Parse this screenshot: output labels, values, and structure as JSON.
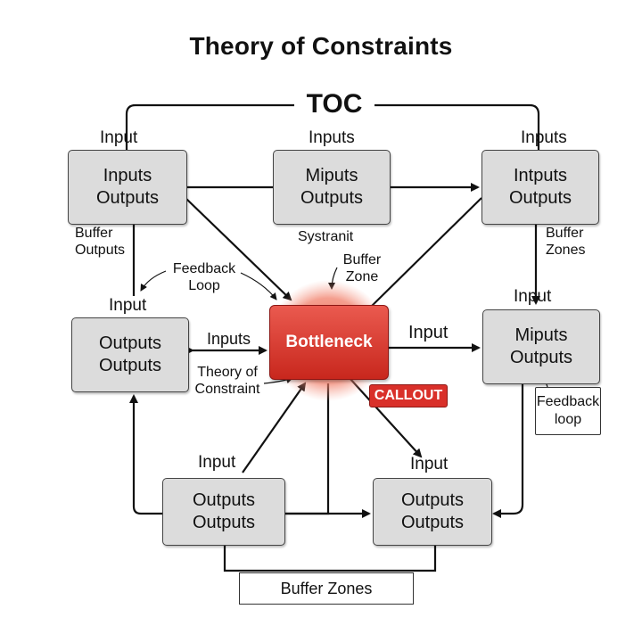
{
  "title": "Theory of Constraints",
  "header_label": "TOC",
  "boxes": [
    {
      "top": "Inputs",
      "bottom": "Outputs",
      "label": "Input"
    },
    {
      "top": "Miputs",
      "bottom": "Outputs",
      "label": "Inputs"
    },
    {
      "top": "Intputs",
      "bottom": "Outputs",
      "label": "Inputs"
    },
    {
      "top": "Outputs",
      "bottom": "Outputs",
      "label": "Input"
    },
    {
      "top": "Miputs",
      "bottom": "Outputs",
      "label": "Input"
    },
    {
      "top": "Outputs",
      "bottom": "Outputs",
      "label": "Input"
    },
    {
      "top": "Outputs",
      "bottom": "Outputs",
      "label": "Input"
    }
  ],
  "center": {
    "label": "Bottleneck",
    "callout": "CALLOUT",
    "color": "#d9302a"
  },
  "annotations": {
    "buffer_outputs_1": "Buffer",
    "buffer_outputs_2": "Outputs",
    "feedback_loop_1": "Feedback",
    "feedback_loop_2": "Loop",
    "systranit": "Systranit",
    "buffer_zone_1": "Buffer",
    "buffer_zone_2": "Zone",
    "buffer_zones_1": "Buffer",
    "buffer_zones_2": "Zones",
    "inputs_arrow": "Inputs",
    "input_arrow": "Input",
    "theory_of_1": "Theory of",
    "theory_of_2": "Constraint",
    "feedback_box_1": "Feedback",
    "feedback_box_2": "loop",
    "buffer_zones_bottom": "Buffer Zones"
  }
}
